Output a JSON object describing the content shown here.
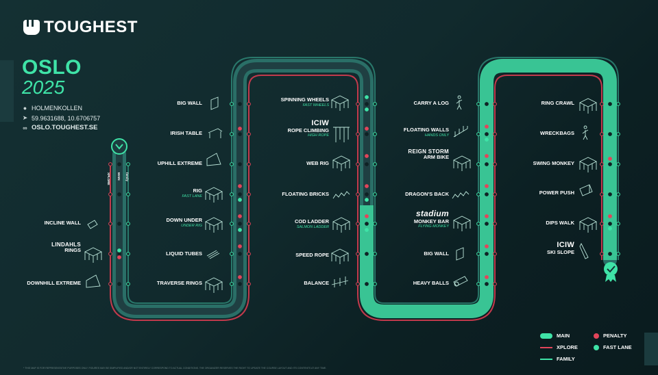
{
  "brand": {
    "name": "TOUGHEST"
  },
  "event": {
    "city": "OSLO",
    "year": "2025",
    "venue": "HOLMENKOLLEN",
    "coords": "59.9631688, 10.6706757",
    "url": "OSLO.TOUGHEST.SE"
  },
  "lanes": {
    "xplore": "XPLORE",
    "main": "MAIN",
    "family": "family"
  },
  "obstacles_left": [
    {
      "name": "INCLINE WALL"
    },
    {
      "logo": "LINDAHLS",
      "name": "RINGS"
    },
    {
      "name": "DOWNHILL EXTREME"
    }
  ],
  "obstacles_col1": [
    {
      "name": "BIG WALL"
    },
    {
      "name": "IRISH TABLE"
    },
    {
      "name": "UPHILL EXTREME"
    },
    {
      "name": "RIG",
      "sub": "FAST LANE"
    },
    {
      "name": "DOWN UNDER",
      "sub": "UNDER RIG"
    },
    {
      "name": "LIQUID TUBES"
    },
    {
      "name": "TRAVERSE RINGS"
    }
  ],
  "obstacles_col2": [
    {
      "name": "SPINNING WHEELS",
      "sub": "FAST WHEELS"
    },
    {
      "logo": "ICIW",
      "name": "ROPE CLIMBING",
      "sub": "HIGH ROPE"
    },
    {
      "name": "WEB RIG"
    },
    {
      "name": "FLOATING BRICKS"
    },
    {
      "name": "COD LADDER",
      "sub": "SALMON LADDER"
    },
    {
      "name": "SPEED ROPE"
    },
    {
      "name": "BALANCE"
    }
  ],
  "obstacles_col3": [
    {
      "name": "CARRY A LOG"
    },
    {
      "name": "FLOATING WALLS",
      "sub": "HANDS ONLY"
    },
    {
      "logo": "REIGN STORM",
      "name": "ARM BIKE"
    },
    {
      "name": "DRAGON'S BACK"
    },
    {
      "logo": "stadium",
      "name": "MONKEY BAR",
      "sub": "FLYING MONKEY"
    },
    {
      "name": "BIG WALL"
    },
    {
      "name": "HEAVY BALLS"
    }
  ],
  "obstacles_col4": [
    {
      "name": "RING CRAWL"
    },
    {
      "name": "WRECKBAGS"
    },
    {
      "name": "SWING MONKEY"
    },
    {
      "name": "POWER PUSH"
    },
    {
      "name": "DIPS WALK"
    },
    {
      "logo": "ICIW",
      "name": "SKI SLOPE"
    }
  ],
  "legend": {
    "main": "MAIN",
    "xplore": "XPLORE",
    "family": "FAMILY",
    "penalty": "PENALTY",
    "fast_lane": "FAST LANE"
  },
  "colors": {
    "background": "#10272a",
    "main_lane": "#2f7a70",
    "main_lane_bright": "#3fe3a7",
    "xplore": "#e2455a",
    "family": "#3fe3a7",
    "penalty": "#e2455a",
    "fast_lane": "#3fe3a7"
  },
  "footnote": "* THIS MAP IS FOR REPRESENTATIVE PURPOSES ONLY. FIGURES MAY BE SIMPLIFIED AND/OR NOT ENTIRELY CORRESPOND TO ACTUAL CONDITIONS. THE ORGANIZER RESERVES THE RIGHT TO UPDATE THE COURSE LAYOUT AND ITS CONTENTS AT ANY TIME."
}
